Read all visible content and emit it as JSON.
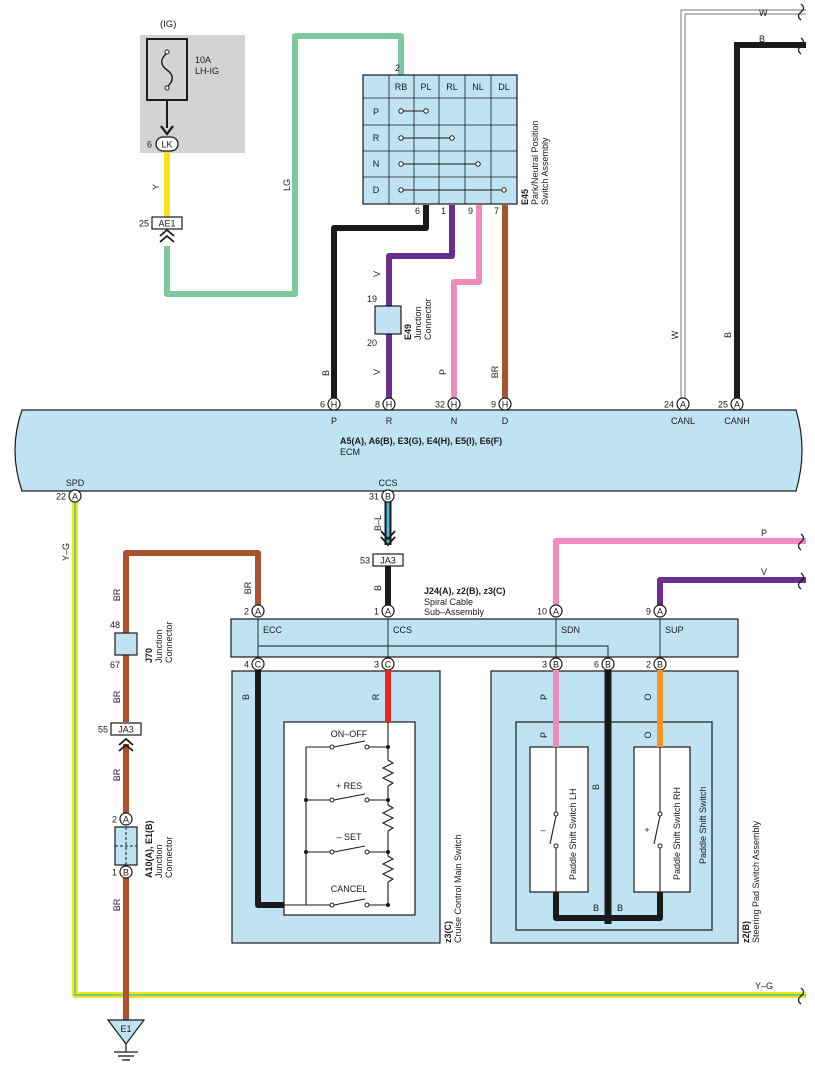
{
  "colors": {
    "panel": "#bfe3f3",
    "fuse_box": "#d3d3d3",
    "LG": "#7ec8a0",
    "Y": "#ffe11a",
    "B": "#1a1a1a",
    "V": "#6a2f8e",
    "P": "#ef8cbf",
    "BR": "#a9532f",
    "R": "#e8231f",
    "O": "#f7941d",
    "W": "#ffffff",
    "BL": "#4fb4e0",
    "YG_yellow": "#e8e81a",
    "YG_green": "#7ec87e"
  },
  "fuse": {
    "supply": "(IG)",
    "rating": "10A",
    "name": "LH-IG",
    "pin": "6",
    "connector": "LK"
  },
  "ae1": {
    "pin": "25",
    "label": "AE1"
  },
  "wire_labels": {
    "y": "Y",
    "lg": "LG",
    "w": "W",
    "b": "B",
    "v": "V",
    "p": "P",
    "br": "BR",
    "yg": "Y–G",
    "bl": "B–L",
    "r": "R",
    "o": "O"
  },
  "e45": {
    "pin_top": "2",
    "columns": [
      "RB",
      "PL",
      "RL",
      "NL",
      "DL"
    ],
    "rows": [
      "P",
      "R",
      "N",
      "D"
    ],
    "pins_bottom": [
      "6",
      "1",
      "9",
      "7"
    ],
    "code": "E45",
    "name1": "Park/Neutral Position",
    "name2": "Switch Assembly"
  },
  "e49": {
    "pin_top": "19",
    "pin_bottom": "20",
    "code": "E49",
    "name1": "Junction",
    "name2": "Connector"
  },
  "ecm": {
    "pins": [
      {
        "num": "6",
        "conn": "H",
        "signal": "P"
      },
      {
        "num": "8",
        "conn": "H",
        "signal": "R"
      },
      {
        "num": "32",
        "conn": "H",
        "signal": "N"
      },
      {
        "num": "9",
        "conn": "H",
        "signal": "D"
      },
      {
        "num": "24",
        "conn": "A",
        "signal": "CANL"
      },
      {
        "num": "25",
        "conn": "A",
        "signal": "CANH"
      }
    ],
    "title": "A5(A), A6(B), E3(G), E4(H), E5(I), E6(F)",
    "name": "ECM",
    "spd": {
      "signal": "SPD",
      "num": "22",
      "conn": "A"
    },
    "ccs": {
      "signal": "CCS",
      "num": "31",
      "conn": "B"
    }
  },
  "ja3_top": {
    "pin": "53",
    "label": "JA3"
  },
  "spiral": {
    "title": "J24(A), z2(B), z3(C)",
    "name1": "Spiral Cable",
    "name2": "Sub–Assembly",
    "pins_top": [
      {
        "num": "2",
        "conn": "A",
        "signal": "ECC"
      },
      {
        "num": "1",
        "conn": "A",
        "signal": "CCS"
      },
      {
        "num": "10",
        "conn": "A",
        "signal": "SDN"
      },
      {
        "num": "9",
        "conn": "A",
        "signal": "SUP"
      }
    ],
    "pins_bottom": [
      {
        "num": "4",
        "conn": "C"
      },
      {
        "num": "3",
        "conn": "C"
      },
      {
        "num": "3",
        "conn": "B"
      },
      {
        "num": "6",
        "conn": "B"
      },
      {
        "num": "2",
        "conn": "B"
      }
    ]
  },
  "j70": {
    "pin_top": "48",
    "pin_bottom": "67",
    "code": "J70",
    "name1": "Junction",
    "name2": "Connector"
  },
  "ja3_left": {
    "pin": "55",
    "label": "JA3"
  },
  "a10": {
    "pin_top": "2",
    "conn_top": "A",
    "pin_bottom": "1",
    "conn_bottom": "B",
    "code": "A10(A), E1(B)",
    "name1": "Junction",
    "name2": "Connector"
  },
  "ground": "E1",
  "cruise": {
    "switches": [
      "ON–OFF",
      "+ RES",
      "– SET",
      "CANCEL"
    ],
    "code": "z3(C)",
    "name": "Cruise Control Main Switch"
  },
  "paddle": {
    "lh": "Paddle Shift Switch LH",
    "rh": "Paddle Shift Switch RH",
    "group": "Paddle Shift Switch",
    "minus": "–",
    "plus": "+",
    "code": "z2(B)",
    "name": "Steering Pad Switch Assembly"
  }
}
